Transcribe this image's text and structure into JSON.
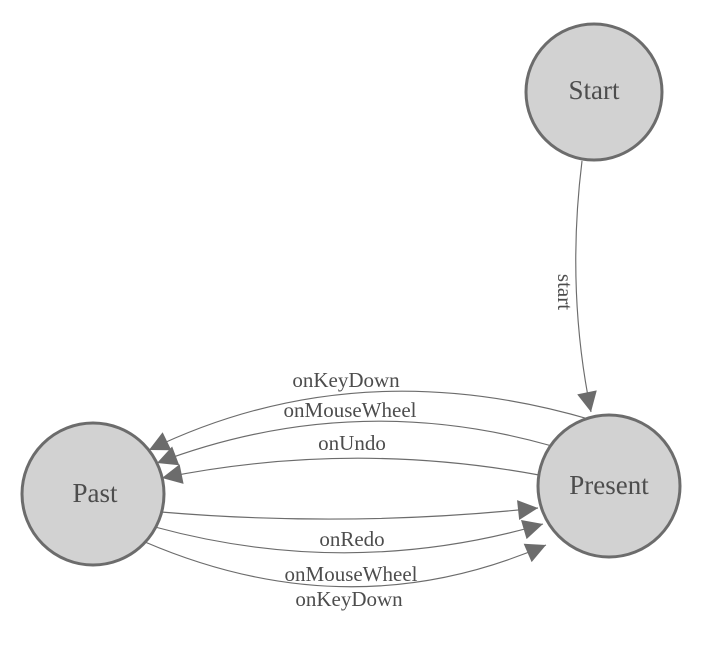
{
  "diagram": {
    "kind": "state-machine",
    "colors": {
      "background": "#ffffff",
      "node_fill": "#d2d2d2",
      "node_stroke": "#6c6c6c",
      "edge_color": "#6c6c6c",
      "label_color": "#4d4d4d"
    },
    "nodes": [
      {
        "id": "start",
        "label": "Start"
      },
      {
        "id": "past",
        "label": "Past"
      },
      {
        "id": "present",
        "label": "Present"
      }
    ],
    "edges": [
      {
        "from": "Start",
        "to": "Present",
        "label": "start"
      },
      {
        "from": "Present",
        "to": "Past",
        "label": "onKeyDown"
      },
      {
        "from": "Present",
        "to": "Past",
        "label": "onMouseWheel"
      },
      {
        "from": "Present",
        "to": "Past",
        "label": "onUndo"
      },
      {
        "from": "Past",
        "to": "Present",
        "label": "onRedo"
      },
      {
        "from": "Past",
        "to": "Present",
        "label": "onMouseWheel"
      },
      {
        "from": "Past",
        "to": "Present",
        "label": "onKeyDown"
      }
    ]
  }
}
